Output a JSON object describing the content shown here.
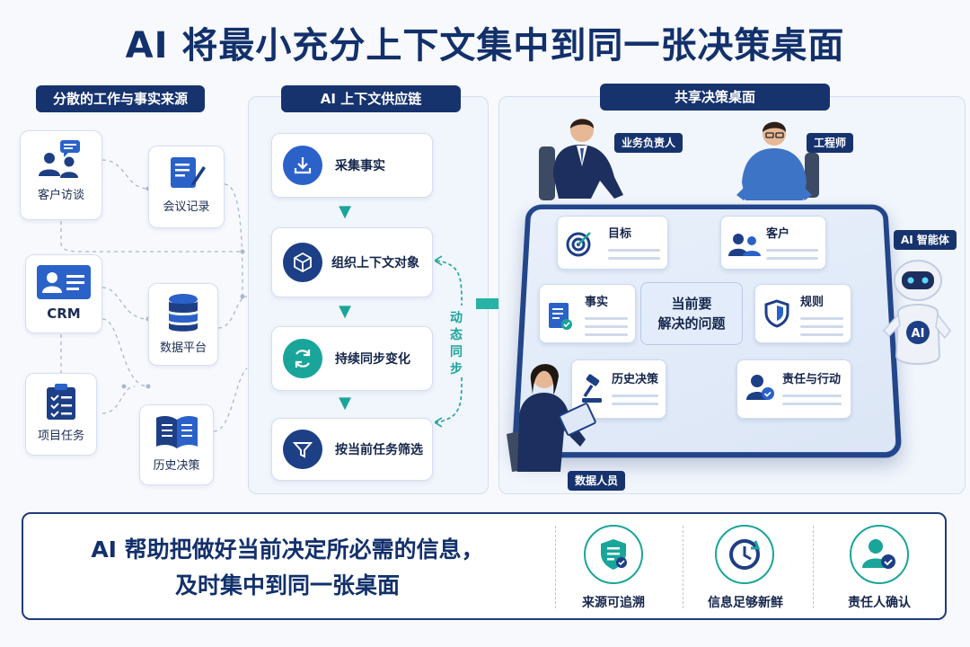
{
  "title": "AI 将最小充分上下文集中到同一张决策桌面",
  "left": {
    "header": "分散的工作与事实来源",
    "sources": [
      {
        "label": "客户访谈",
        "icon": "users-chat-icon"
      },
      {
        "label": "会议记录",
        "icon": "notes-pen-icon"
      },
      {
        "label": "CRM",
        "icon": "id-card-icon"
      },
      {
        "label": "数据平台",
        "icon": "database-icon"
      },
      {
        "label": "项目任务",
        "icon": "clipboard-checklist-icon"
      },
      {
        "label": "历史决策",
        "icon": "open-book-icon"
      }
    ]
  },
  "middle": {
    "header": "AI 上下文供应链",
    "steps": [
      {
        "label": "采集事实",
        "icon": "download-tray-icon"
      },
      {
        "label": "组织上下文对象",
        "icon": "cube-network-icon"
      },
      {
        "label": "持续同步变化",
        "icon": "sync-icon"
      },
      {
        "label": "按当前任务筛选",
        "icon": "filter-icon"
      }
    ],
    "sync_label": "动态同步"
  },
  "right": {
    "header": "共享决策桌面",
    "roles": {
      "business": "业务负责人",
      "engineer": "工程师",
      "ai": "AI 智能体",
      "data": "数据人员"
    },
    "robot_badge": "AI",
    "cards": {
      "goal": "目标",
      "customer": "客户",
      "facts": "事实",
      "rules": "规则",
      "history": "历史决策",
      "responsibility": "责任与行动"
    },
    "center_line1": "当前要",
    "center_line2": "解决的问题"
  },
  "bottom": {
    "line1": "AI 帮助把做好当前决定所必需的信息，",
    "line2": "及时集中到同一张桌面",
    "items": [
      {
        "label": "来源可追溯",
        "icon": "shield-doc-check-icon"
      },
      {
        "label": "信息足够新鲜",
        "icon": "clock-refresh-icon"
      },
      {
        "label": "责任人确认",
        "icon": "person-check-icon"
      }
    ]
  },
  "colors": {
    "navy": "#16336e",
    "teal": "#1aa59a",
    "blue": "#2a62c9",
    "panel": "#f1f5fc"
  }
}
